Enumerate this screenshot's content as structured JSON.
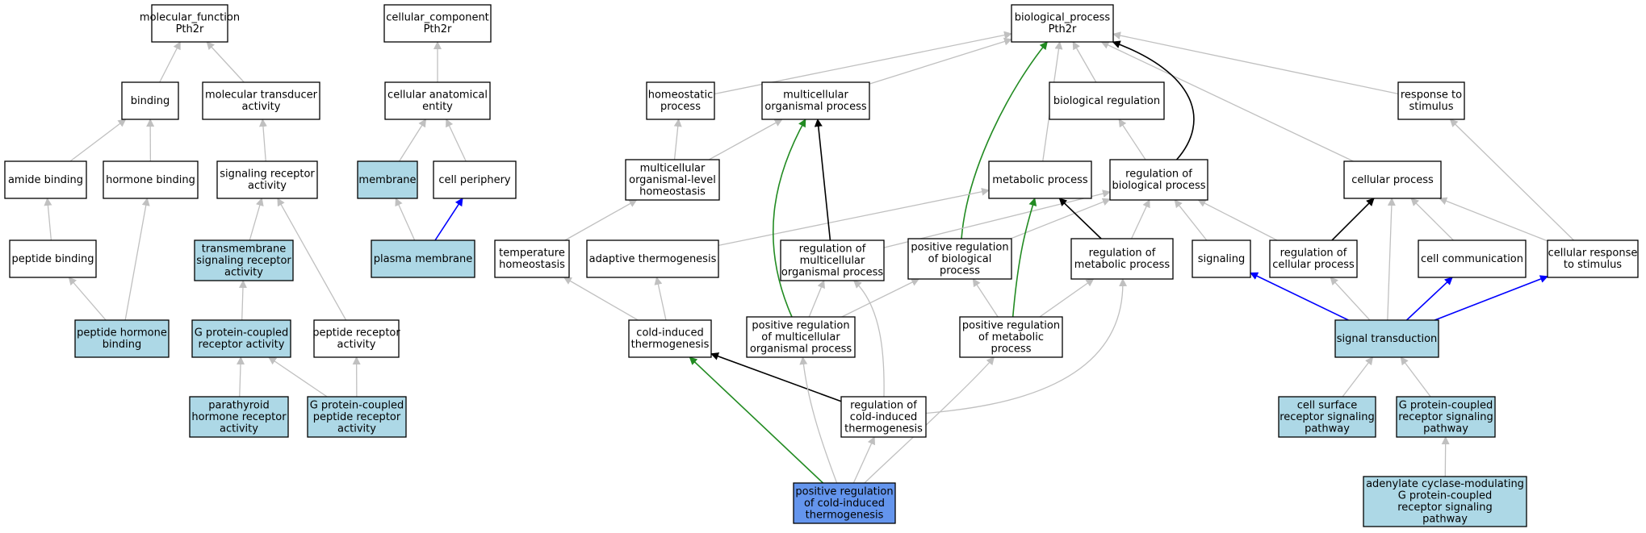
{
  "colors": {
    "default_fill": "#ffffff",
    "highlight_fill": "#add8e6",
    "focus_fill": "#6495ed",
    "edge_is_a": "#c0c0c0",
    "edge_regulates": "#000000",
    "edge_positively_regulates": "#228b22",
    "edge_part_of": "#0000ff"
  },
  "nodes": [
    {
      "id": "mf",
      "lines": [
        "molecular_function",
        "Pth2r"
      ],
      "fill": "default"
    },
    {
      "id": "cc",
      "lines": [
        "cellular_component",
        "Pth2r"
      ],
      "fill": "default"
    },
    {
      "id": "bp",
      "lines": [
        "biological_process",
        "Pth2r"
      ],
      "fill": "default"
    },
    {
      "id": "binding",
      "lines": [
        "binding"
      ],
      "fill": "default"
    },
    {
      "id": "mta",
      "lines": [
        "molecular transducer",
        "activity"
      ],
      "fill": "default"
    },
    {
      "id": "cae",
      "lines": [
        "cellular anatomical",
        "entity"
      ],
      "fill": "default"
    },
    {
      "id": "homeo",
      "lines": [
        "homeostatic",
        "process"
      ],
      "fill": "default"
    },
    {
      "id": "mop",
      "lines": [
        "multicellular",
        "organismal process"
      ],
      "fill": "default"
    },
    {
      "id": "breg",
      "lines": [
        "biological regulation"
      ],
      "fill": "default"
    },
    {
      "id": "rts",
      "lines": [
        "response to",
        "stimulus"
      ],
      "fill": "default"
    },
    {
      "id": "amide",
      "lines": [
        "amide binding"
      ],
      "fill": "default"
    },
    {
      "id": "hormone",
      "lines": [
        "hormone binding"
      ],
      "fill": "default"
    },
    {
      "id": "sra",
      "lines": [
        "signaling receptor",
        "activity"
      ],
      "fill": "default"
    },
    {
      "id": "membrane",
      "lines": [
        "membrane"
      ],
      "fill": "highlight"
    },
    {
      "id": "cellper",
      "lines": [
        "cell periphery"
      ],
      "fill": "default"
    },
    {
      "id": "mlh",
      "lines": [
        "multicellular",
        "organismal-level",
        "homeostasis"
      ],
      "fill": "default"
    },
    {
      "id": "metab",
      "lines": [
        "metabolic process"
      ],
      "fill": "default"
    },
    {
      "id": "rbp",
      "lines": [
        "regulation of",
        "biological process"
      ],
      "fill": "default"
    },
    {
      "id": "cellproc",
      "lines": [
        "cellular process"
      ],
      "fill": "default"
    },
    {
      "id": "peptideb",
      "lines": [
        "peptide binding"
      ],
      "fill": "default"
    },
    {
      "id": "tsra",
      "lines": [
        "transmembrane",
        "signaling receptor",
        "activity"
      ],
      "fill": "highlight"
    },
    {
      "id": "pm",
      "lines": [
        "plasma membrane"
      ],
      "fill": "highlight"
    },
    {
      "id": "temph",
      "lines": [
        "temperature",
        "homeostasis"
      ],
      "fill": "default"
    },
    {
      "id": "adapt",
      "lines": [
        "adaptive thermogenesis"
      ],
      "fill": "default"
    },
    {
      "id": "rmop",
      "lines": [
        "regulation of",
        "multicellular",
        "organismal process"
      ],
      "fill": "default"
    },
    {
      "id": "prbp",
      "lines": [
        "positive regulation",
        "of biological",
        "process"
      ],
      "fill": "default"
    },
    {
      "id": "rmp",
      "lines": [
        "regulation of",
        "metabolic process"
      ],
      "fill": "default"
    },
    {
      "id": "signaling",
      "lines": [
        "signaling"
      ],
      "fill": "default"
    },
    {
      "id": "rcp",
      "lines": [
        "regulation of",
        "cellular process"
      ],
      "fill": "default"
    },
    {
      "id": "cellcomm",
      "lines": [
        "cell communication"
      ],
      "fill": "default"
    },
    {
      "id": "crs",
      "lines": [
        "cellular response",
        "to stimulus"
      ],
      "fill": "default"
    },
    {
      "id": "phb",
      "lines": [
        "peptide hormone",
        "binding"
      ],
      "fill": "highlight"
    },
    {
      "id": "gpcra",
      "lines": [
        "G protein-coupled",
        "receptor activity"
      ],
      "fill": "highlight"
    },
    {
      "id": "pra",
      "lines": [
        "peptide receptor",
        "activity"
      ],
      "fill": "default"
    },
    {
      "id": "cit",
      "lines": [
        "cold-induced",
        "thermogenesis"
      ],
      "fill": "default"
    },
    {
      "id": "prmop",
      "lines": [
        "positive regulation",
        "of multicellular",
        "organismal process"
      ],
      "fill": "default"
    },
    {
      "id": "prmp",
      "lines": [
        "positive regulation",
        "of metabolic",
        "process"
      ],
      "fill": "default"
    },
    {
      "id": "st",
      "lines": [
        "signal transduction"
      ],
      "fill": "highlight"
    },
    {
      "id": "pthra",
      "lines": [
        "parathyroid",
        "hormone receptor",
        "activity"
      ],
      "fill": "highlight"
    },
    {
      "id": "gpcpra",
      "lines": [
        "G protein-coupled",
        "peptide receptor",
        "activity"
      ],
      "fill": "highlight"
    },
    {
      "id": "rcit",
      "lines": [
        "regulation of",
        "cold-induced",
        "thermogenesis"
      ],
      "fill": "default"
    },
    {
      "id": "csrsp",
      "lines": [
        "cell surface",
        "receptor signaling",
        "pathway"
      ],
      "fill": "highlight"
    },
    {
      "id": "gpcrsp",
      "lines": [
        "G protein-coupled",
        "receptor signaling",
        "pathway"
      ],
      "fill": "highlight"
    },
    {
      "id": "prcit",
      "lines": [
        "positive regulation",
        "of cold-induced",
        "thermogenesis"
      ],
      "fill": "focus"
    },
    {
      "id": "acm",
      "lines": [
        "adenylate cyclase-modulating",
        "G protein-coupled",
        "receptor signaling",
        "pathway"
      ],
      "fill": "highlight"
    }
  ],
  "edges": [
    {
      "from": "binding",
      "to": "mf",
      "type": "is_a"
    },
    {
      "from": "mta",
      "to": "mf",
      "type": "is_a"
    },
    {
      "from": "amide",
      "to": "binding",
      "type": "is_a"
    },
    {
      "from": "hormone",
      "to": "binding",
      "type": "is_a"
    },
    {
      "from": "peptideb",
      "to": "amide",
      "type": "is_a"
    },
    {
      "from": "phb",
      "to": "peptideb",
      "type": "is_a"
    },
    {
      "from": "phb",
      "to": "hormone",
      "type": "is_a"
    },
    {
      "from": "sra",
      "to": "mta",
      "type": "is_a"
    },
    {
      "from": "tsra",
      "to": "sra",
      "type": "is_a"
    },
    {
      "from": "pra",
      "to": "sra",
      "type": "is_a"
    },
    {
      "from": "gpcra",
      "to": "tsra",
      "type": "is_a"
    },
    {
      "from": "pthra",
      "to": "gpcra",
      "type": "is_a"
    },
    {
      "from": "gpcpra",
      "to": "gpcra",
      "type": "is_a"
    },
    {
      "from": "gpcpra",
      "to": "pra",
      "type": "is_a"
    },
    {
      "from": "cae",
      "to": "cc",
      "type": "is_a"
    },
    {
      "from": "membrane",
      "to": "cae",
      "type": "is_a"
    },
    {
      "from": "cellper",
      "to": "cae",
      "type": "is_a"
    },
    {
      "from": "pm",
      "to": "membrane",
      "type": "is_a"
    },
    {
      "from": "pm",
      "to": "cellper",
      "type": "part_of"
    },
    {
      "from": "homeo",
      "to": "bp",
      "type": "is_a"
    },
    {
      "from": "mop",
      "to": "bp",
      "type": "is_a"
    },
    {
      "from": "metab",
      "to": "bp",
      "type": "is_a"
    },
    {
      "from": "breg",
      "to": "bp",
      "type": "is_a"
    },
    {
      "from": "rts",
      "to": "bp",
      "type": "is_a"
    },
    {
      "from": "cellproc",
      "to": "bp",
      "type": "is_a"
    },
    {
      "from": "rbp",
      "to": "bp",
      "type": "regulates"
    },
    {
      "from": "prbp",
      "to": "bp",
      "type": "positively_regulates"
    },
    {
      "from": "mlh",
      "to": "homeo",
      "type": "is_a"
    },
    {
      "from": "mlh",
      "to": "mop",
      "type": "is_a"
    },
    {
      "from": "rbp",
      "to": "breg",
      "type": "is_a"
    },
    {
      "from": "temph",
      "to": "mlh",
      "type": "is_a"
    },
    {
      "from": "adapt",
      "to": "metab",
      "type": "is_a"
    },
    {
      "from": "rmop",
      "to": "rbp",
      "type": "is_a"
    },
    {
      "from": "prbp",
      "to": "rbp",
      "type": "is_a"
    },
    {
      "from": "rmp",
      "to": "rbp",
      "type": "is_a"
    },
    {
      "from": "signaling",
      "to": "rbp",
      "type": "is_a"
    },
    {
      "from": "rcp",
      "to": "rbp",
      "type": "is_a"
    },
    {
      "from": "rmop",
      "to": "mop",
      "type": "regulates"
    },
    {
      "from": "rmp",
      "to": "metab",
      "type": "regulates"
    },
    {
      "from": "rcp",
      "to": "cellproc",
      "type": "regulates"
    },
    {
      "from": "cellcomm",
      "to": "cellproc",
      "type": "is_a"
    },
    {
      "from": "crs",
      "to": "cellproc",
      "type": "is_a"
    },
    {
      "from": "crs",
      "to": "rts",
      "type": "is_a"
    },
    {
      "from": "cit",
      "to": "temph",
      "type": "is_a"
    },
    {
      "from": "cit",
      "to": "adapt",
      "type": "is_a"
    },
    {
      "from": "prmop",
      "to": "rmop",
      "type": "is_a"
    },
    {
      "from": "prmop",
      "to": "prbp",
      "type": "is_a"
    },
    {
      "from": "prmop",
      "to": "mop",
      "type": "positively_regulates"
    },
    {
      "from": "prmp",
      "to": "prbp",
      "type": "is_a"
    },
    {
      "from": "prmp",
      "to": "rmp",
      "type": "is_a"
    },
    {
      "from": "prmp",
      "to": "metab",
      "type": "positively_regulates"
    },
    {
      "from": "st",
      "to": "signaling",
      "type": "part_of"
    },
    {
      "from": "st",
      "to": "rcp",
      "type": "is_a"
    },
    {
      "from": "st",
      "to": "cellproc",
      "type": "is_a"
    },
    {
      "from": "st",
      "to": "cellcomm",
      "type": "part_of"
    },
    {
      "from": "st",
      "to": "crs",
      "type": "part_of"
    },
    {
      "from": "rcit",
      "to": "cit",
      "type": "regulates"
    },
    {
      "from": "rcit",
      "to": "rmop",
      "type": "is_a"
    },
    {
      "from": "rcit",
      "to": "rmp",
      "type": "is_a"
    },
    {
      "from": "prcit",
      "to": "rcit",
      "type": "is_a"
    },
    {
      "from": "prcit",
      "to": "prmop",
      "type": "is_a"
    },
    {
      "from": "prcit",
      "to": "prmp",
      "type": "is_a"
    },
    {
      "from": "prcit",
      "to": "cit",
      "type": "positively_regulates"
    },
    {
      "from": "csrsp",
      "to": "st",
      "type": "is_a"
    },
    {
      "from": "gpcrsp",
      "to": "st",
      "type": "is_a"
    },
    {
      "from": "acm",
      "to": "gpcrsp",
      "type": "is_a"
    }
  ]
}
